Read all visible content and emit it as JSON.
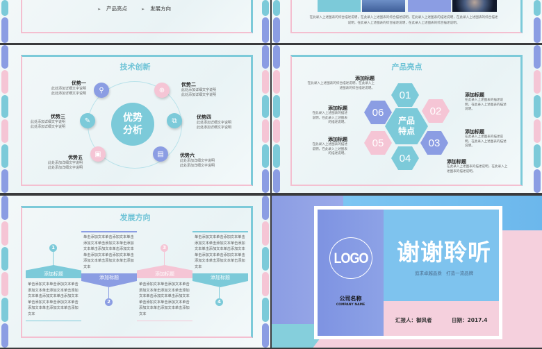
{
  "colors": {
    "blue": "#7ccad9",
    "pink": "#f5c5d5",
    "purple": "#8b9de3",
    "sky": "#79bfee",
    "title_teal": "#6ec3d6"
  },
  "slide_top_left": {
    "bullets": [
      {
        "marker": "➢",
        "label": "产品亮点"
      },
      {
        "marker": "➢",
        "label": "发展方向"
      }
    ]
  },
  "slide_top_right": {
    "caption_line1": "在此录入上述图表的综合描述说明，在此录入上述图表的综合描述说明。在此录入上述图表的描述说明，在此录入上述图表的综合描述",
    "caption_line2": "说明，在此录入上述图表的综合描述说明，在此录入上述图表的综合描述说明。"
  },
  "slide_tech": {
    "title": "技术创新",
    "center_line1": "优势",
    "center_line2": "分析",
    "items": [
      {
        "title": "优势一",
        "desc1": "此处添加详细文字说明",
        "desc2": "此处添加详细文字说明",
        "icon": "zoom-in-icon"
      },
      {
        "title": "优势二",
        "desc1": "此处添加详细文字说明",
        "desc2": "此处添加详细文字说明",
        "icon": "crosshair-icon"
      },
      {
        "title": "优势三",
        "desc1": "此处添加详细文字说明",
        "desc2": "此处添加详细文字说明",
        "icon": "edit-icon"
      },
      {
        "title": "优势四",
        "desc1": "此处添加详细文字说明",
        "desc2": "此处添加详细文字说明",
        "icon": "copy-icon"
      },
      {
        "title": "优势五",
        "desc1": "此处添加详细文字说明",
        "desc2": "此处添加详细文字说明",
        "icon": "bag-icon"
      },
      {
        "title": "优势六",
        "desc1": "此处添加详细文字说明",
        "desc2": "此处添加详细文字说明",
        "icon": "notepad-icon"
      }
    ]
  },
  "slide_product": {
    "title": "产品亮点",
    "center_line1": "产品",
    "center_line2": "特点",
    "hexes": [
      "01",
      "02",
      "03",
      "04",
      "05",
      "06"
    ],
    "callouts": [
      {
        "title": "添加标题",
        "desc": "在此录入上述图表的综合描述说明，在此录入上述图表的综合描述说明。"
      },
      {
        "title": "添加标题",
        "desc": "在此录入上述图表的描述说明，在此录入上述图表的描述说明。"
      },
      {
        "title": "添加标题",
        "desc": "在此录入上述图表的描述说明，在此录入上述图表的描述说明。"
      },
      {
        "title": "添加标题",
        "desc": "在此录入上述图表的描述说明，在此录入上述图表的描述说明。"
      },
      {
        "title": "添加标题",
        "desc": "在此录入上述图表的描述说明，在此录入上述图表的描述说明。"
      },
      {
        "title": "添加标题",
        "desc": "在此录入上述图表的描述说明，在此录入上述图表的描述说明。"
      }
    ]
  },
  "slide_dev": {
    "title": "发展方向",
    "steps": [
      {
        "num": "1",
        "label": "添加标题",
        "text": "单击添加文本单击添加文本单击添加文本单击添加文本单击添加文本单击添加文本单击添加文本单击添加文本单击添加文本单击添加文本单击添加文本单击添加文本"
      },
      {
        "num": "2",
        "label": "添加标题",
        "text": "单击添加文本单击添加文本单击添加文本单击添加文本单击添加文本单击添加文本单击添加文本单击添加文本单击添加文本单击添加文本单击添加文本单击添加文本"
      },
      {
        "num": "3",
        "label": "添加标题",
        "text": "单击添加文本单击添加文本单击添加文本单击添加文本单击添加文本单击添加文本单击添加文本单击添加文本单击添加文本单击添加文本单击添加文本单击添加文本"
      },
      {
        "num": "4",
        "label": "添加标题",
        "text": "单击添加文本单击添加文本单击添加文本单击添加文本单击添加文本单击添加文本单击添加文本单击添加文本单击添加文本单击添加文本单击添加文本单击添加文本"
      }
    ]
  },
  "slide_thanks": {
    "logo": "LOGO",
    "company_cn": "公司名称",
    "company_en": "COMPANY NAME",
    "headline": "谢谢聆听",
    "slogan": "追求卓越品质   打造一流品牌",
    "reporter": "汇报人：御风者",
    "date": "日期：2017.4"
  }
}
